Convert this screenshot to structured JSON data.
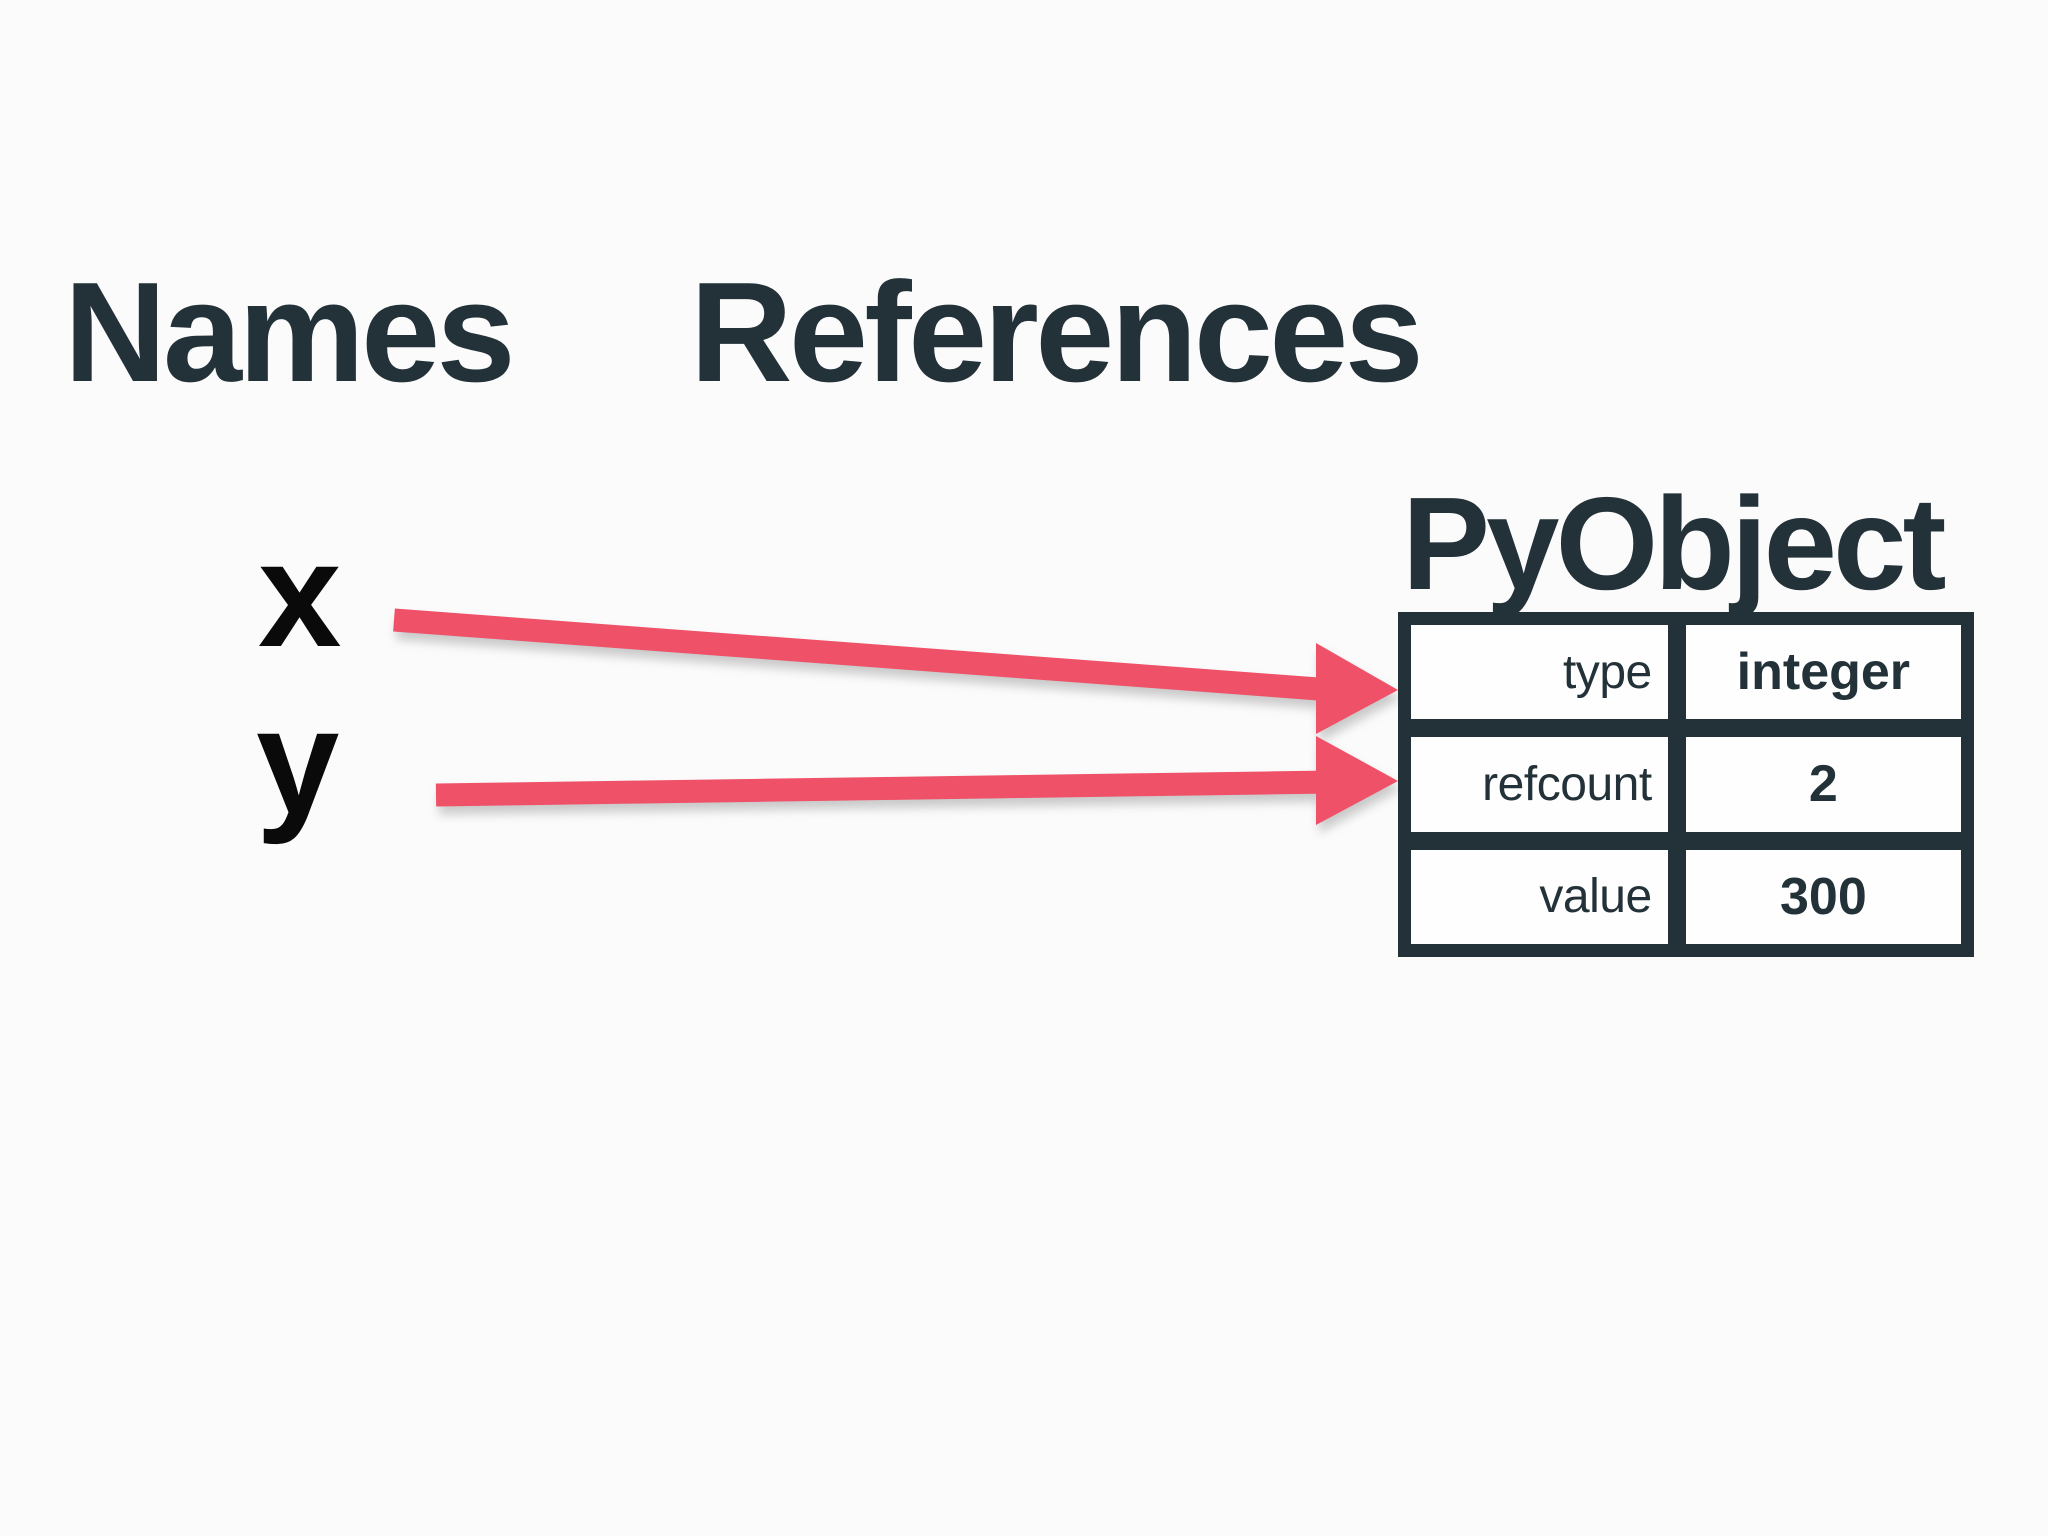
{
  "headers": {
    "names": "Names",
    "references": "References"
  },
  "names": {
    "x": "x",
    "y": "y"
  },
  "pyobject": {
    "title": "PyObject",
    "rows": [
      {
        "field": "type",
        "value": "integer"
      },
      {
        "field": "refcount",
        "value": "2"
      },
      {
        "field": "value",
        "value": "300"
      }
    ]
  },
  "colors": {
    "dark_slate": "#233138",
    "arrow_red": "#ef5168",
    "label_black": "#0a0a0a",
    "cell_white": "#fefefe",
    "background": "#fbfbfb"
  }
}
